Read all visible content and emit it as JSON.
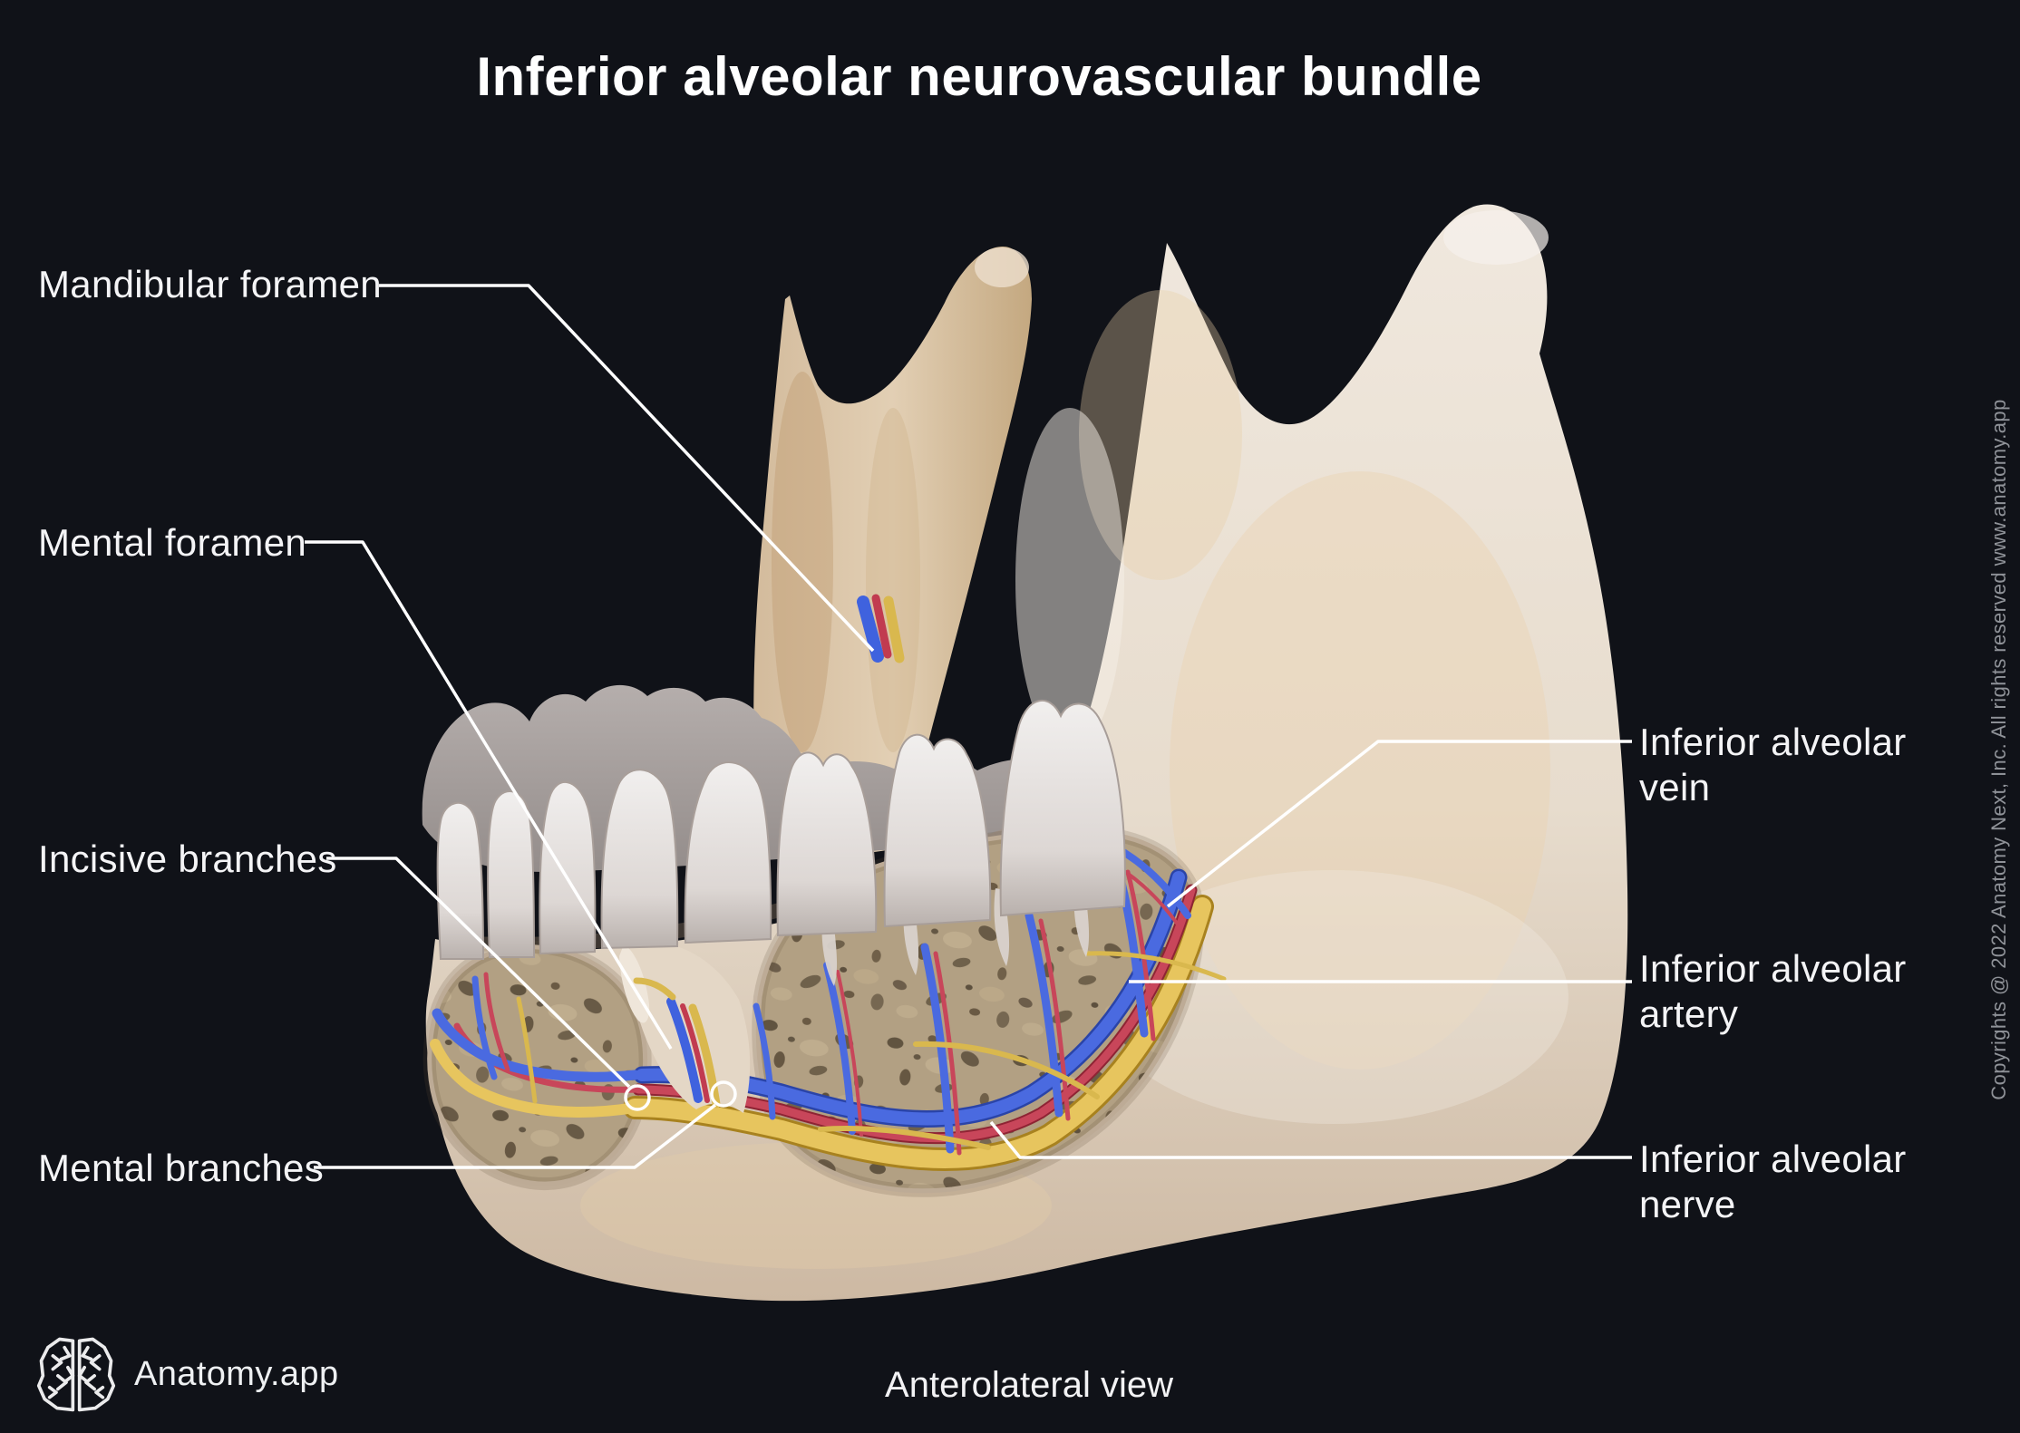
{
  "title": "Inferior alveolar neurovascular bundle",
  "view_label": "Anterolateral view",
  "brand": {
    "name": "Anatomy.app",
    "logo_icon": "brain-icon"
  },
  "copyright": "Copyrights @ 2022 Anatomy Next, Inc. All rights reserved www.anatomy.app",
  "labels": {
    "left": [
      {
        "text": "Mandibular foramen"
      },
      {
        "text": "Mental foramen"
      },
      {
        "text": "Incisive branches"
      },
      {
        "text": "Mental branches"
      }
    ],
    "right": [
      {
        "text": "Inferior alveolar vein"
      },
      {
        "text": "Inferior alveolar artery"
      },
      {
        "text": "Inferior alveolar nerve"
      }
    ]
  },
  "illustration": {
    "subject": "Human mandible, anterolateral view, cut-away body exposing the inferior alveolar neurovascular bundle in spongy bone",
    "structures": [
      "mandible",
      "teeth",
      "mandibular foramen bundle",
      "inferior alveolar vein",
      "inferior alveolar artery",
      "inferior alveolar nerve",
      "incisive branches",
      "mental branches"
    ]
  },
  "colors": {
    "background": "#101218",
    "bone": "#e9dfd2",
    "bone_shadow": "#c9b49a",
    "trabecular": "#b2a083",
    "vein_blue": "#4a6ae0",
    "artery_red": "#c84556",
    "nerve_yellow": "#e7c55e",
    "leader_line": "#ffffff",
    "label_text": "#f4f4f6",
    "muted_text": "#8f9298"
  }
}
